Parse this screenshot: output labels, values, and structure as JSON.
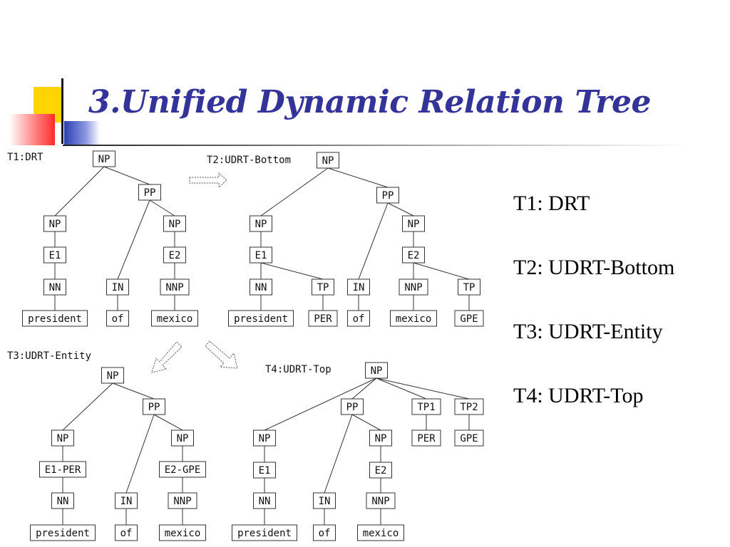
{
  "title": "3.Unified Dynamic Relation Tree",
  "trees": [
    {
      "label": "T1:DRT",
      "nodes": [
        {
          "id": "np",
          "label": "NP"
        },
        {
          "id": "pp",
          "label": "PP"
        },
        {
          "id": "np1",
          "label": "NP"
        },
        {
          "id": "e1",
          "label": "E1"
        },
        {
          "id": "nn",
          "label": "NN"
        },
        {
          "id": "president",
          "label": "president"
        },
        {
          "id": "in",
          "label": "IN"
        },
        {
          "id": "of",
          "label": "of"
        },
        {
          "id": "np2",
          "label": "NP"
        },
        {
          "id": "e2",
          "label": "E2"
        },
        {
          "id": "nnp",
          "label": "NNP"
        },
        {
          "id": "mexico",
          "label": "mexico"
        }
      ],
      "edges": [
        [
          "np",
          "np1"
        ],
        [
          "np",
          "pp"
        ],
        [
          "pp",
          "in"
        ],
        [
          "pp",
          "np2"
        ],
        [
          "np1",
          "e1"
        ],
        [
          "e1",
          "nn"
        ],
        [
          "nn",
          "president"
        ],
        [
          "in",
          "of"
        ],
        [
          "np2",
          "e2"
        ],
        [
          "e2",
          "nnp"
        ],
        [
          "nnp",
          "mexico"
        ]
      ]
    },
    {
      "label": "T2:UDRT-Bottom",
      "nodes": [
        {
          "id": "np",
          "label": "NP"
        },
        {
          "id": "pp",
          "label": "PP"
        },
        {
          "id": "np1",
          "label": "NP"
        },
        {
          "id": "e1",
          "label": "E1"
        },
        {
          "id": "nn",
          "label": "NN"
        },
        {
          "id": "president",
          "label": "president"
        },
        {
          "id": "tp1",
          "label": "TP"
        },
        {
          "id": "per",
          "label": "PER"
        },
        {
          "id": "in",
          "label": "IN"
        },
        {
          "id": "of",
          "label": "of"
        },
        {
          "id": "np2",
          "label": "NP"
        },
        {
          "id": "e2",
          "label": "E2"
        },
        {
          "id": "nnp",
          "label": "NNP"
        },
        {
          "id": "mexico",
          "label": "mexico"
        },
        {
          "id": "tp2",
          "label": "TP"
        },
        {
          "id": "gpe",
          "label": "GPE"
        }
      ],
      "edges": [
        [
          "np",
          "np1"
        ],
        [
          "np",
          "pp"
        ],
        [
          "pp",
          "in"
        ],
        [
          "pp",
          "np2"
        ],
        [
          "np1",
          "e1"
        ],
        [
          "e1",
          "nn"
        ],
        [
          "e1",
          "tp1"
        ],
        [
          "nn",
          "president"
        ],
        [
          "tp1",
          "per"
        ],
        [
          "in",
          "of"
        ],
        [
          "np2",
          "e2"
        ],
        [
          "e2",
          "nnp"
        ],
        [
          "e2",
          "tp2"
        ],
        [
          "nnp",
          "mexico"
        ],
        [
          "tp2",
          "gpe"
        ]
      ]
    },
    {
      "label": "T3:UDRT-Entity",
      "nodes": [
        {
          "id": "np",
          "label": "NP"
        },
        {
          "id": "pp",
          "label": "PP"
        },
        {
          "id": "np1",
          "label": "NP"
        },
        {
          "id": "e1",
          "label": "E1-PER"
        },
        {
          "id": "nn",
          "label": "NN"
        },
        {
          "id": "president",
          "label": "president"
        },
        {
          "id": "in",
          "label": "IN"
        },
        {
          "id": "of",
          "label": "of"
        },
        {
          "id": "np2",
          "label": "NP"
        },
        {
          "id": "e2",
          "label": "E2-GPE"
        },
        {
          "id": "nnp",
          "label": "NNP"
        },
        {
          "id": "mexico",
          "label": "mexico"
        }
      ],
      "edges": [
        [
          "np",
          "np1"
        ],
        [
          "np",
          "pp"
        ],
        [
          "pp",
          "in"
        ],
        [
          "pp",
          "np2"
        ],
        [
          "np1",
          "e1"
        ],
        [
          "e1",
          "nn"
        ],
        [
          "nn",
          "president"
        ],
        [
          "in",
          "of"
        ],
        [
          "np2",
          "e2"
        ],
        [
          "e2",
          "nnp"
        ],
        [
          "nnp",
          "mexico"
        ]
      ]
    },
    {
      "label": "T4:UDRT-Top",
      "nodes": [
        {
          "id": "np",
          "label": "NP"
        },
        {
          "id": "pp",
          "label": "PP"
        },
        {
          "id": "tp1",
          "label": "TP1"
        },
        {
          "id": "per",
          "label": "PER"
        },
        {
          "id": "tp2",
          "label": "TP2"
        },
        {
          "id": "gpe",
          "label": "GPE"
        },
        {
          "id": "np1",
          "label": "NP"
        },
        {
          "id": "e1",
          "label": "E1"
        },
        {
          "id": "nn",
          "label": "NN"
        },
        {
          "id": "president",
          "label": "president"
        },
        {
          "id": "in",
          "label": "IN"
        },
        {
          "id": "of",
          "label": "of"
        },
        {
          "id": "np2",
          "label": "NP"
        },
        {
          "id": "e2",
          "label": "E2"
        },
        {
          "id": "nnp",
          "label": "NNP"
        },
        {
          "id": "mexico",
          "label": "mexico"
        }
      ],
      "edges": [
        [
          "np",
          "np1"
        ],
        [
          "np",
          "pp"
        ],
        [
          "np",
          "tp1"
        ],
        [
          "np",
          "tp2"
        ],
        [
          "tp1",
          "per"
        ],
        [
          "tp2",
          "gpe"
        ],
        [
          "pp",
          "in"
        ],
        [
          "pp",
          "np2"
        ],
        [
          "np1",
          "e1"
        ],
        [
          "e1",
          "nn"
        ],
        [
          "nn",
          "president"
        ],
        [
          "in",
          "of"
        ],
        [
          "np2",
          "e2"
        ],
        [
          "e2",
          "nnp"
        ],
        [
          "nnp",
          "mexico"
        ]
      ]
    }
  ],
  "legend": [
    "T1: DRT",
    "T2: UDRT-Bottom",
    "T3: UDRT-Entity",
    "T4: UDRT-Top"
  ]
}
